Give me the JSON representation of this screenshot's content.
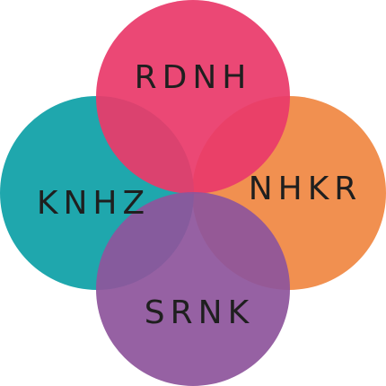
{
  "diagram": {
    "circles": [
      {
        "id": "top",
        "label": "RDNH",
        "color": "#E93A6B"
      },
      {
        "id": "left",
        "label": "KNHZ",
        "color": "#13A2A9"
      },
      {
        "id": "right",
        "label": "NHKR",
        "color": "#F08A47"
      },
      {
        "id": "bottom",
        "label": "SRNK",
        "color": "#8E559C"
      }
    ]
  }
}
